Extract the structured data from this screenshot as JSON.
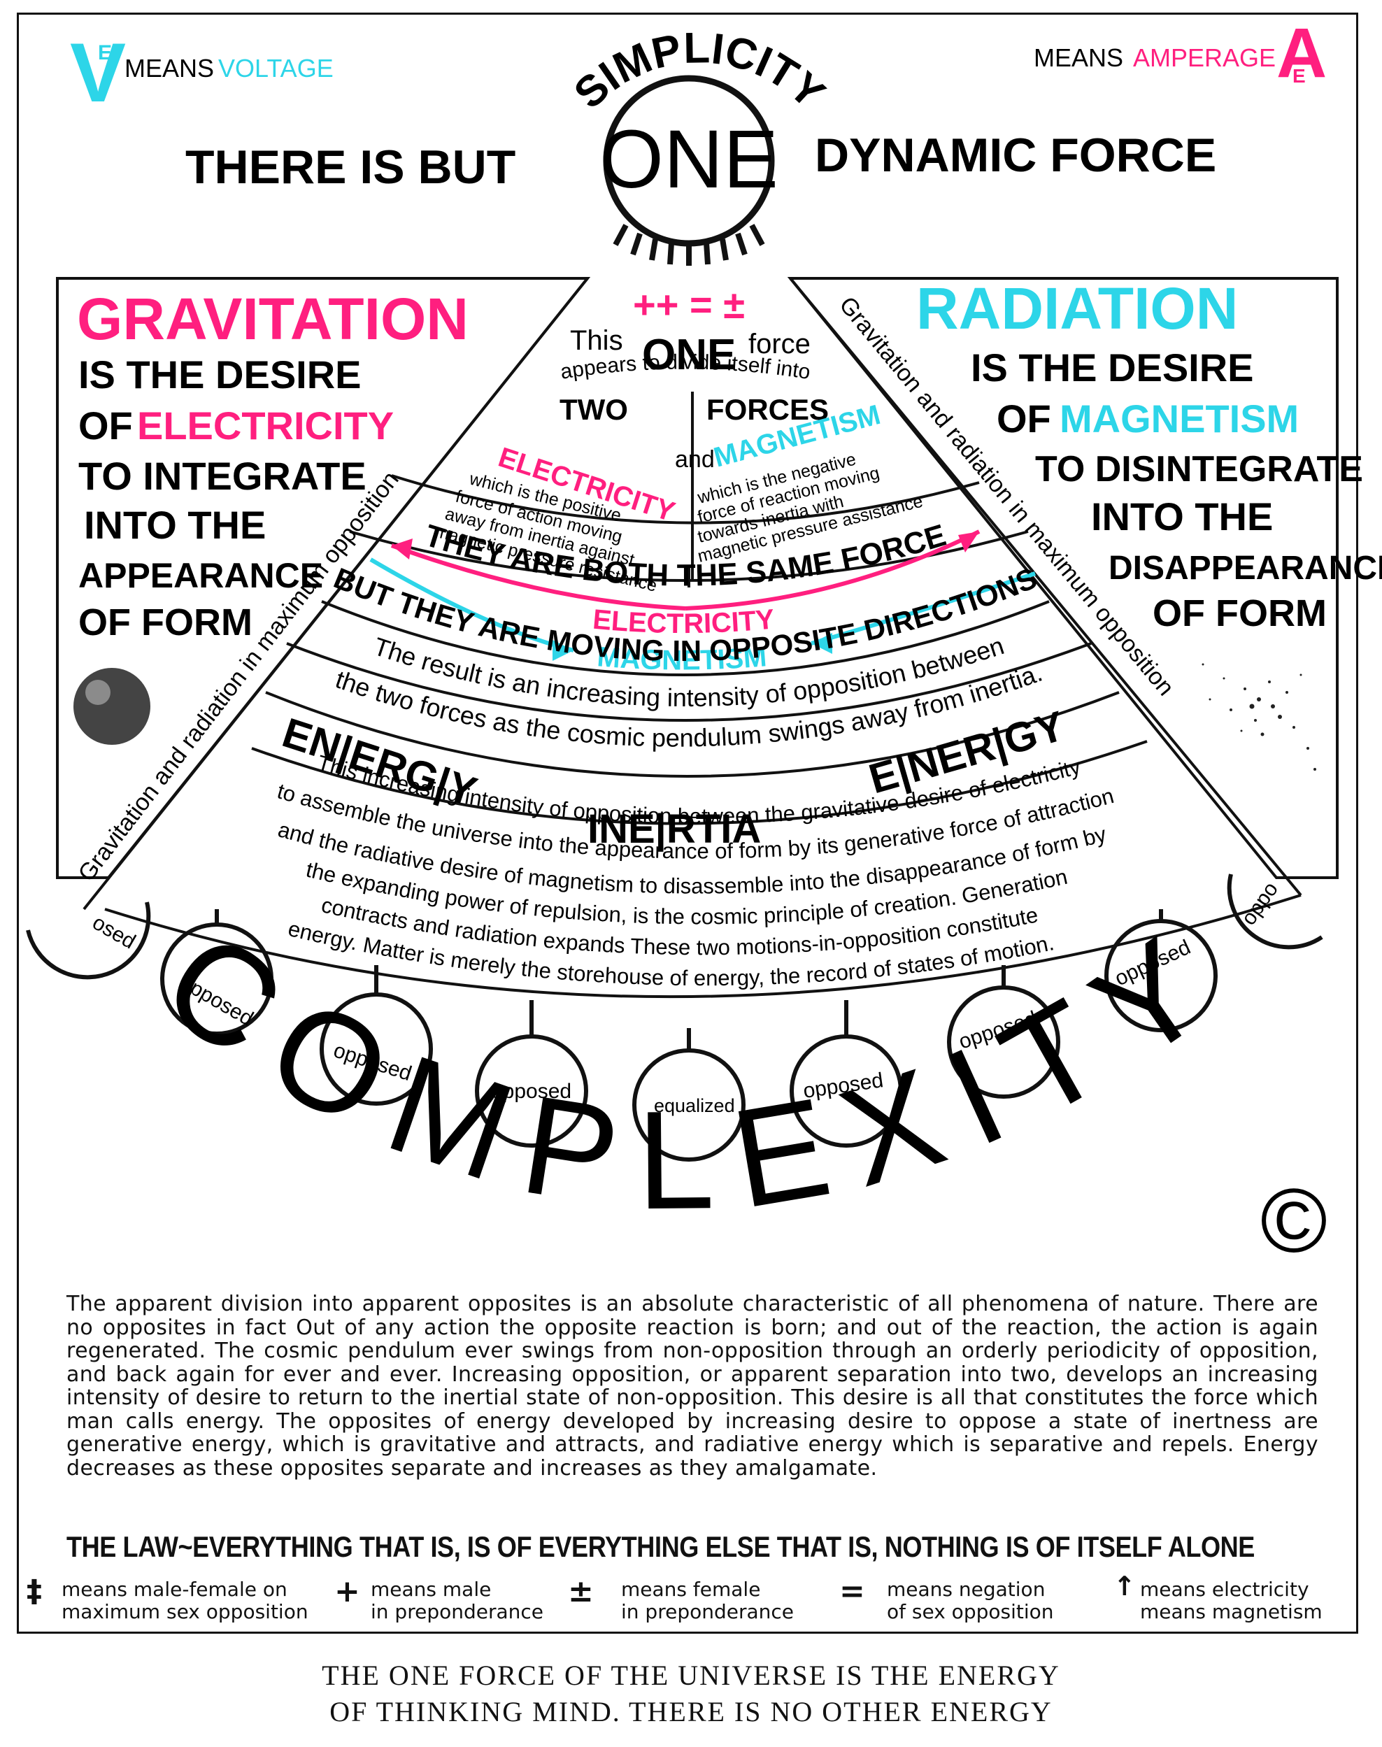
{
  "corners": {
    "voltage_symbol": "V",
    "voltage_sub": "E",
    "voltage_means": "MEANS",
    "voltage_word": "VOLTAGE",
    "amperage_means": "MEANS",
    "amperage_word": "AMPERAGE",
    "amperage_symbol": "A",
    "amperage_sub": "E"
  },
  "top": {
    "simplicity": "SIMPLICITY",
    "left": "THERE IS BUT",
    "one": "ONE",
    "right": "DYNAMIC FORCE",
    "symbols": "++ = ±"
  },
  "gravitation": {
    "title": "GRAVITATION",
    "lines": [
      "IS THE DESIRE",
      "OF",
      "ELECTRICITY",
      "TO INTEGRATE",
      "INTO THE",
      "APPEARANCE",
      "OF FORM"
    ]
  },
  "radiation": {
    "title": "RADIATION",
    "lines": [
      "IS THE DESIRE",
      "OF",
      "MAGNETISM",
      "TO DISINTEGRATE",
      "INTO THE",
      "DISAPPEARANCE",
      "OF FORM"
    ]
  },
  "fan": {
    "left_edge": "Gravitation and radiation in maximum opposition",
    "right_edge": "Gravitation and radiation in maximum opposition",
    "this": "This",
    "one": "ONE",
    "force": "force",
    "appears": "appears to divide itself into",
    "two": "TWO",
    "forces": "FORCES",
    "electricity": "ELECTRICITY",
    "and": "and",
    "magnetism": "MAGNETISM",
    "elec_desc": [
      "which is the positive",
      "force of action moving",
      "away from inertia against",
      "magnetic pressure resistance"
    ],
    "mag_desc": [
      "which is the negative",
      "force of reaction moving",
      "towards inertia with",
      "magnetic pressure assistance"
    ],
    "same": "THEY ARE BOTH THE SAME FORCE",
    "band_electricity": "ELECTRICITY",
    "band_magnetism": "MAGNETISM",
    "opposite": "BUT THEY ARE MOVING IN OPPOSITE DIRECTIONS",
    "result1": "The result is an increasing intensity of opposition between",
    "result2": "the two forces as the cosmic pendulum swings away from inertia.",
    "energy_left": "EN|ERG|Y",
    "inertia": "INE|RTIA",
    "energy_right": "E|NER|GY",
    "body": [
      "This increasing intensity of opposition between the gravitative desire of electricity",
      "to assemble the universe into the appearance of form by its generative force of attraction",
      "and the radiative desire of magnetism to disassemble into the disappearance of form by",
      "the expanding power of repulsion, is the cosmic principle of creation. Generation",
      "contracts and radiation expands   These two motions-in-opposition constitute",
      "energy.   Matter is merely the storehouse of energy, the record of states of motion."
    ]
  },
  "circles": [
    "osed",
    "opposed",
    "opposed",
    "opposed",
    "equalized",
    "opposed",
    "opposed",
    "opposed",
    "oppo"
  ],
  "complexity": "COMPLEXITY",
  "copyright": "©",
  "paragraph": "The apparent division into apparent opposites is an absolute characteristic of all phenomena of nature. There are no opposites in fact Out of any action the opposite reaction is born; and out of the reaction, the action is again regenerated. The cosmic pendulum ever swings from non-opposition through an orderly periodicity of opposition, and back again for ever and ever. Increasing opposition, or apparent separation into two, develops an increasing intensity of desire to return to the inertial state of non-opposition. This desire is all that constitutes the force which man calls energy. The opposites of energy developed by increasing desire to oppose a state of inertness are generative energy, which is gravitative and attracts, and radiative energy which is separative and repels. Energy decreases as these opposites separate and increases as they amalgamate.",
  "law": "THE LAW~EVERYTHING THAT IS, IS OF EVERYTHING ELSE THAT IS, NOTHING IS OF ITSELF ALONE",
  "legend": [
    {
      "l1": "means male-female on",
      "l2": "maximum sex opposition"
    },
    {
      "l1": "means male",
      "l2": "in preponderance"
    },
    {
      "l1": "means female",
      "l2": "in preponderance"
    },
    {
      "l1": "means negation",
      "l2": "of sex opposition"
    },
    {
      "l1": "means electricity",
      "l2": "means magnetism"
    }
  ],
  "caption": [
    "THE ONE FORCE OF THE UNIVERSE IS THE ENERGY",
    "OF THINKING MIND.  THERE IS NO OTHER ENERGY"
  ],
  "colors": {
    "magenta": "#ff1f7f",
    "cyan": "#2dd5e8",
    "ink": "#111111"
  }
}
